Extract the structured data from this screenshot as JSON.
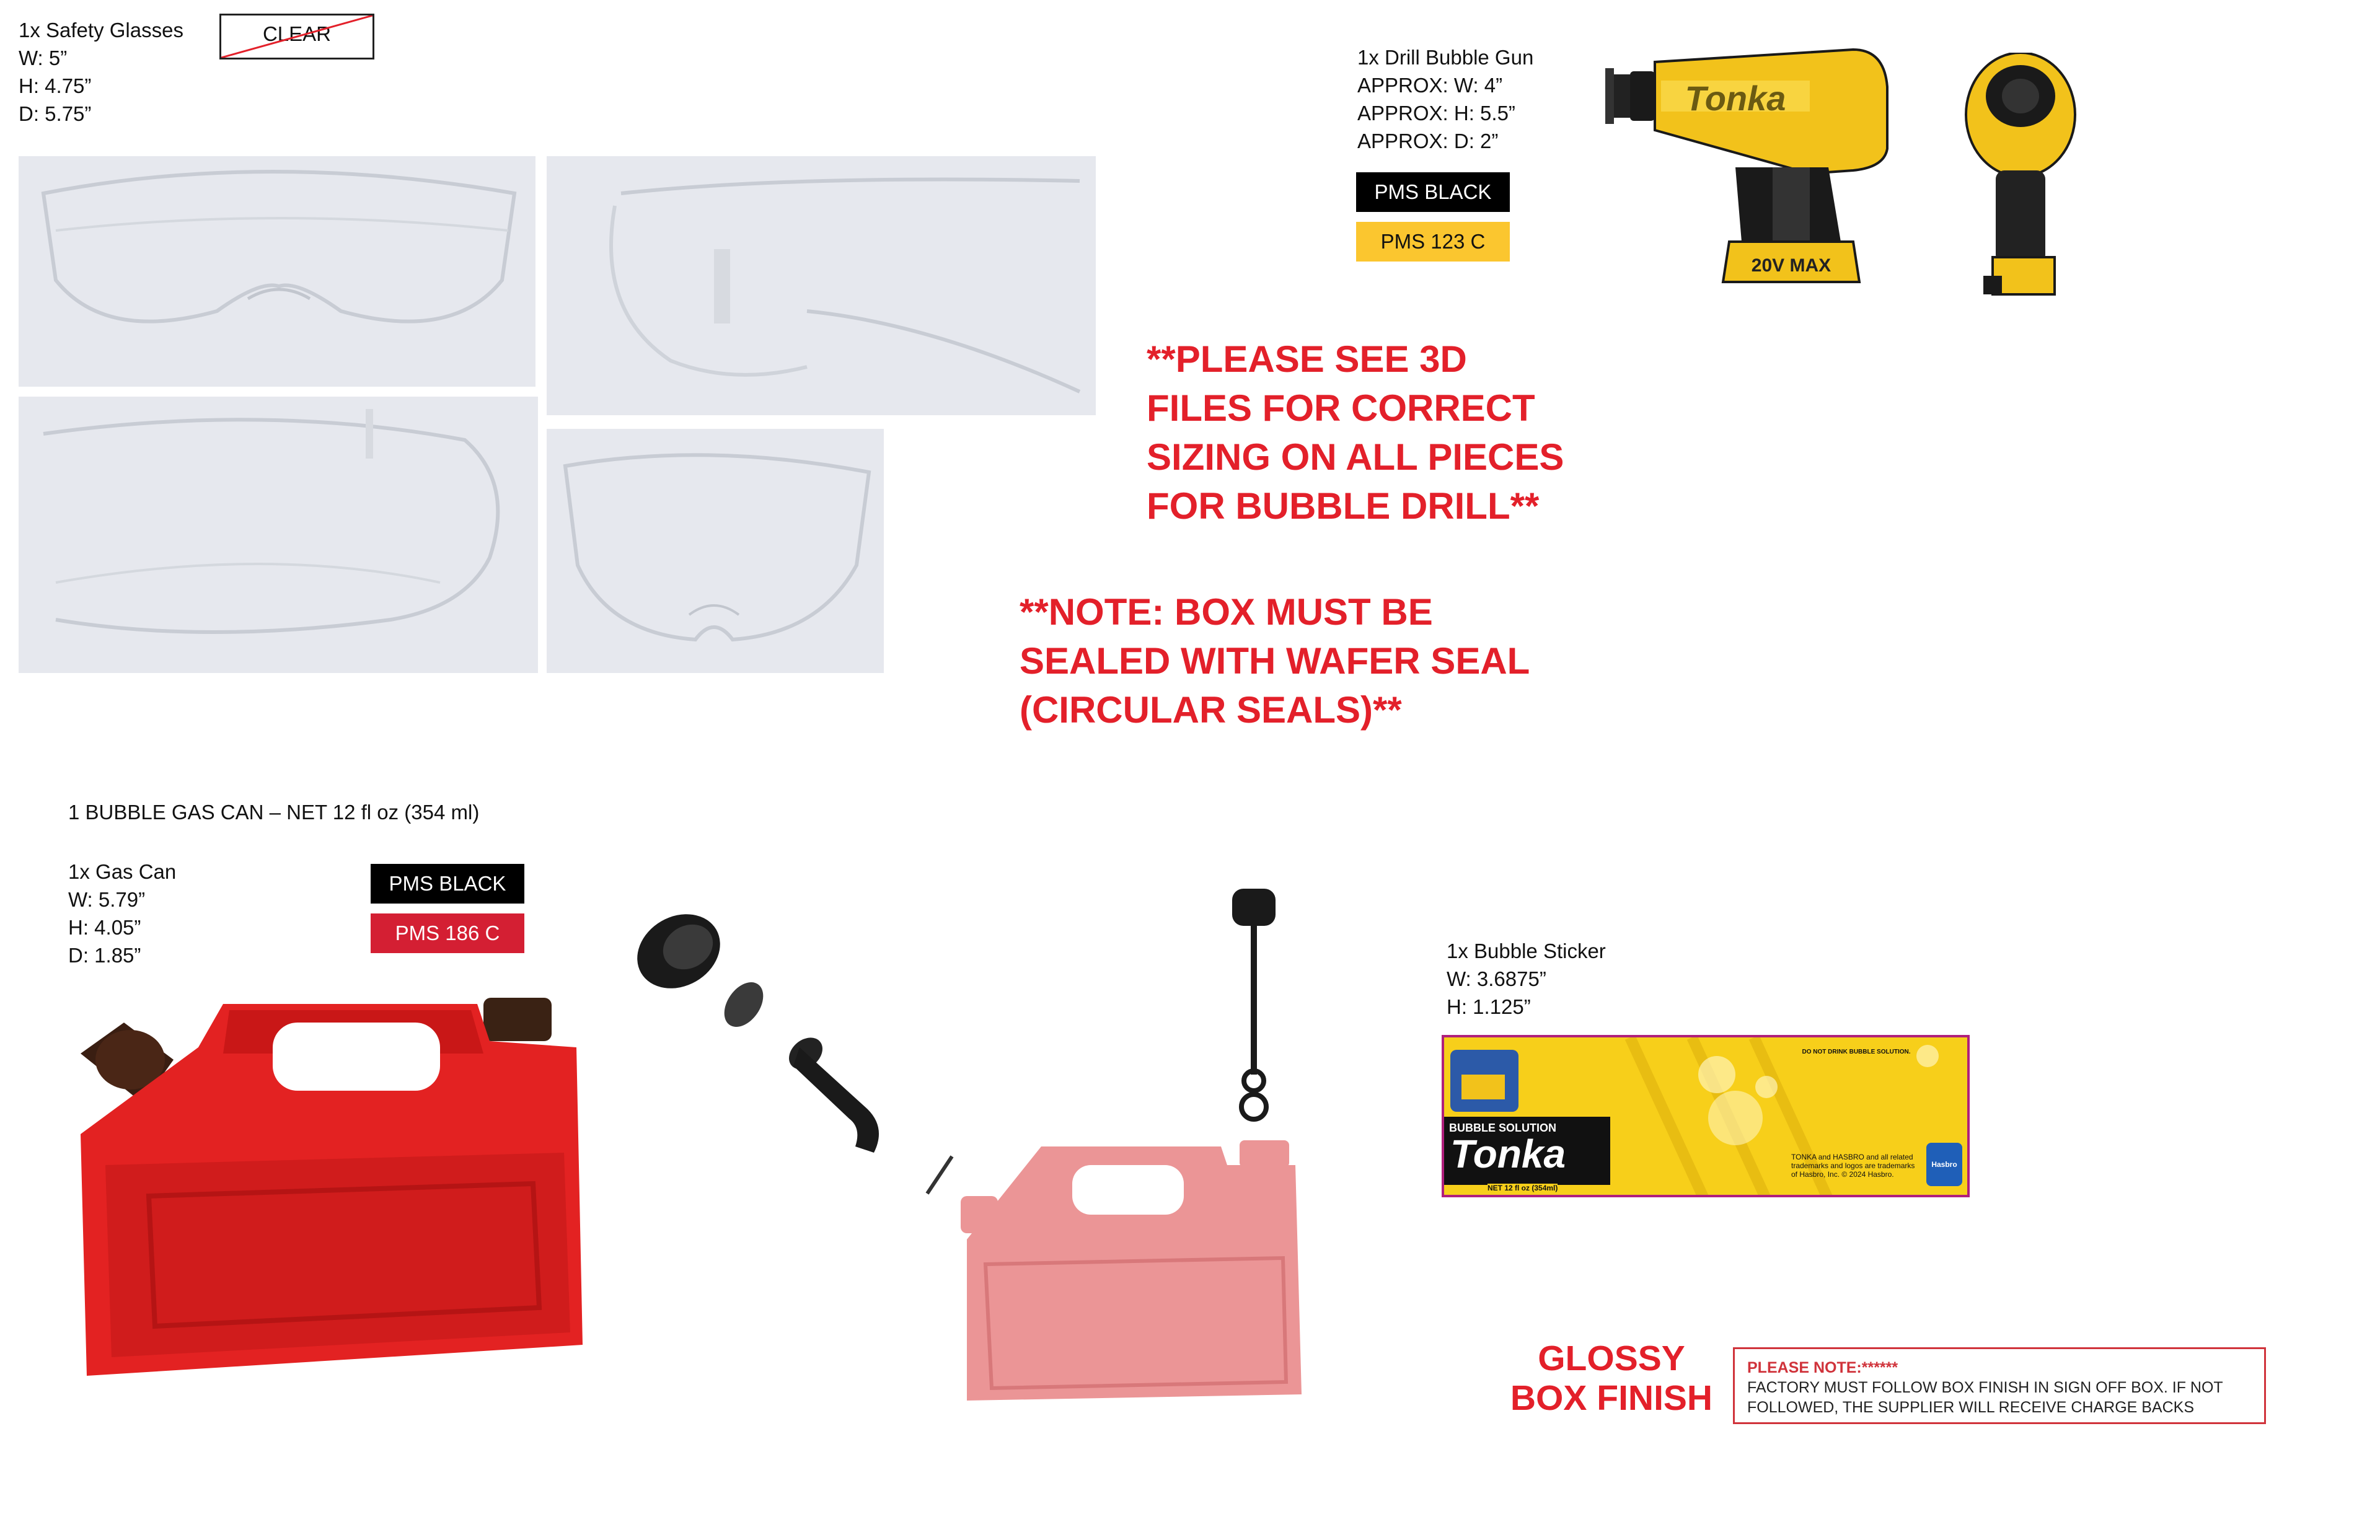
{
  "glasses": {
    "line1": "1x Safety Glasses",
    "line2": "W: 5”",
    "line3": "H: 4.75”",
    "line4": "D: 5.75”",
    "clear_label": "CLEAR"
  },
  "drill": {
    "line1": "1x Drill Bubble Gun",
    "line2": "APPROX: W: 4”",
    "line3": "APPROX: H: 5.5”",
    "line4": "APPROX: D: 2”",
    "swatch_black": "PMS BLACK",
    "swatch_yellow": "PMS 123 C",
    "brand": "Tonka",
    "battery": "20V MAX"
  },
  "notes": {
    "note1": [
      "**PLEASE SEE 3D",
      "FILES FOR CORRECT",
      "SIZING ON ALL PIECES",
      "FOR BUBBLE DRILL**"
    ],
    "note2": [
      "**NOTE: BOX MUST BE",
      "SEALED WITH WAFER SEAL",
      "(CIRCULAR SEALS)**"
    ]
  },
  "gascan": {
    "heading": "1 BUBBLE GAS CAN – NET 12 fl oz (354 ml)",
    "line1": "1x Gas Can",
    "line2": "W: 5.79”",
    "line3": "H: 4.05”",
    "line4": "D: 1.85”",
    "swatch_black": "PMS BLACK",
    "swatch_red": "PMS 186 C"
  },
  "sticker": {
    "line1": "1x Bubble Sticker",
    "line2": "W: 3.6875”",
    "line3": "H: 1.125”",
    "sub_brand": "BUBBLE SOLUTION",
    "brand": "Tonka",
    "net": "NET 12 fl oz (354ml)",
    "warning_title": "DO NOT DRINK BUBBLE SOLUTION.",
    "trademark": "TONKA and HASBRO and all related trademarks and logos are trademarks of Hasbro, Inc. © 2024 Hasbro.",
    "hasbro": "Hasbro"
  },
  "finish": {
    "glossy_line1": "GLOSSY",
    "glossy_line2": "BOX FINISH",
    "please_note": "PLEASE NOTE:******",
    "body": "FACTORY MUST FOLLOW BOX FINISH IN SIGN OFF BOX. IF NOT FOLLOWED, THE SUPPLIER WILL RECEIVE CHARGE BACKS"
  },
  "colors": {
    "accent_red": "#e3202a",
    "pms_black": "#000000",
    "pms_123c": "#fbc62f",
    "pms_186c": "#d41f33",
    "gas_can_red": "#e32222",
    "gas_can_pink": "#eb9596"
  }
}
